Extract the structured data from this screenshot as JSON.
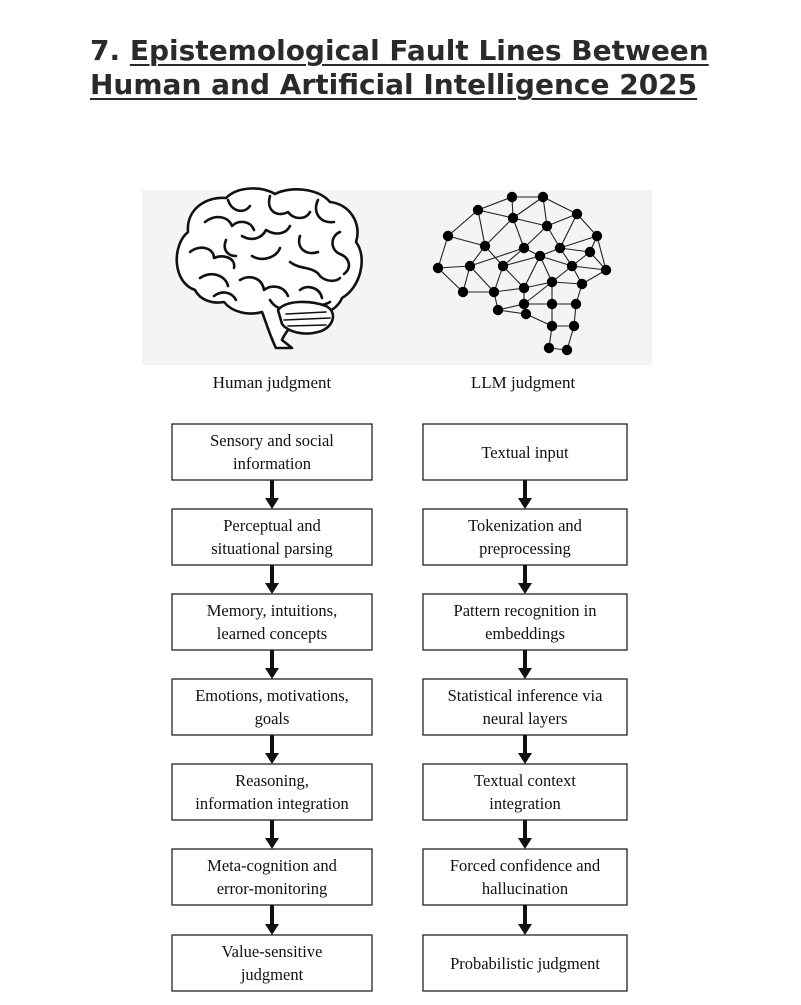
{
  "heading": {
    "number": "7.",
    "title_line1": "Epistemological Fault Lines Between",
    "title_line2": "Human and Artificial Intelligence 2025"
  },
  "columns": [
    {
      "label": "Human judgment",
      "icon": "human-brain-icon",
      "steps": [
        [
          "Sensory and social",
          "information"
        ],
        [
          "Perceptual and",
          "situational parsing"
        ],
        [
          "Memory, intuitions,",
          "learned concepts"
        ],
        [
          "Emotions, motivations,",
          "goals"
        ],
        [
          "Reasoning,",
          "information integration"
        ],
        [
          "Meta-cognition and",
          "error-monitoring"
        ],
        [
          "Value-sensitive",
          "judgment"
        ]
      ]
    },
    {
      "label": "LLM judgment",
      "icon": "neural-network-brain-icon",
      "steps": [
        [
          "Textual input"
        ],
        [
          "Tokenization and",
          "preprocessing"
        ],
        [
          "Pattern recognition in",
          "embeddings"
        ],
        [
          "Statistical inference via",
          "neural layers"
        ],
        [
          "Textual context",
          "integration"
        ],
        [
          "Forced confidence and",
          "hallucination"
        ],
        [
          "Probabilistic judgment"
        ]
      ]
    }
  ]
}
